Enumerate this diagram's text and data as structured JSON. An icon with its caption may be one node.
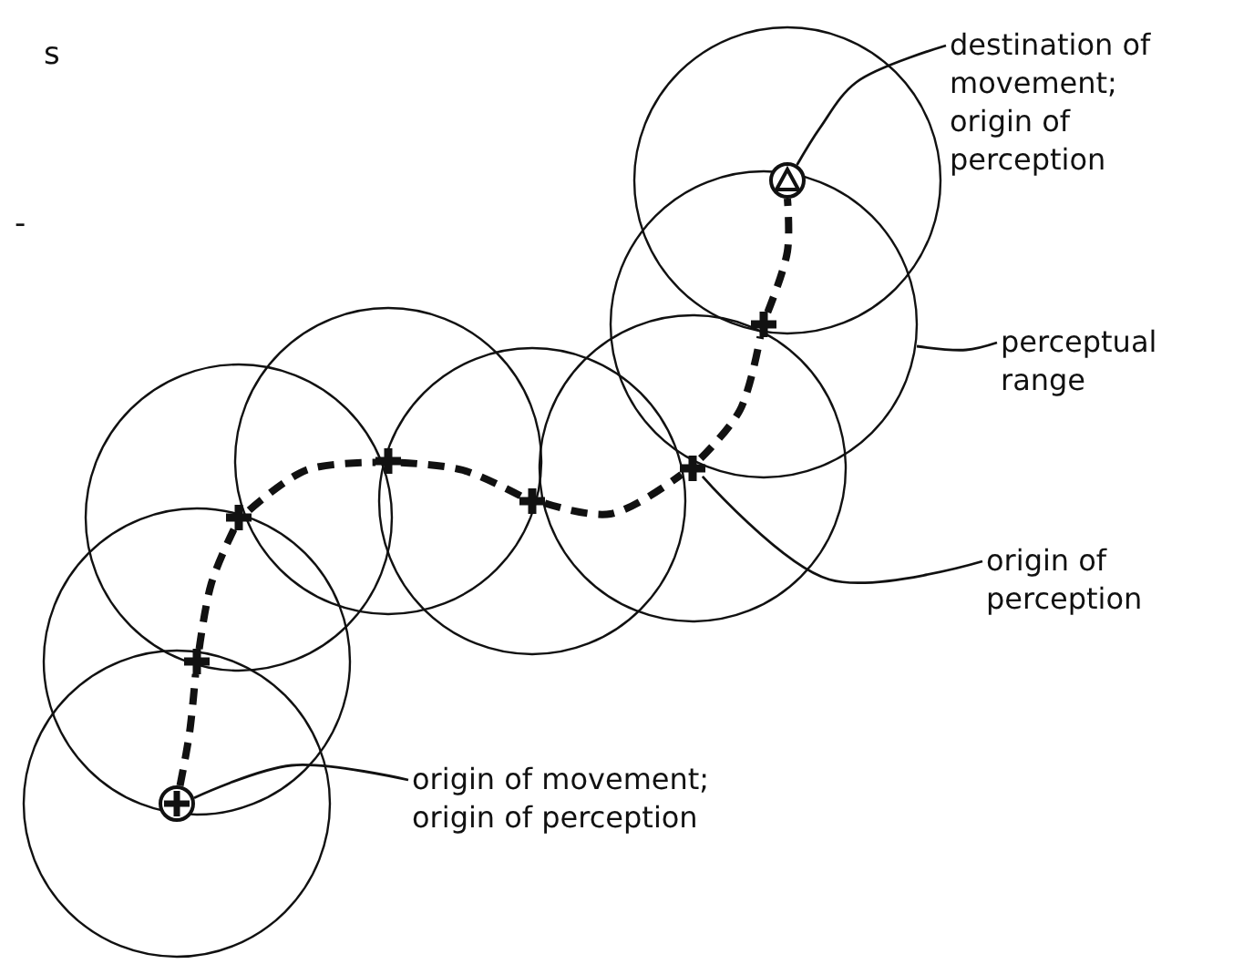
{
  "diagram": {
    "nodes": [
      {
        "text": [
          "destination of movement; origin of perception"
        ]
      },
      {
        "text": [
          "perceptual range"
        ]
      },
      {
        "text": [
          "origin of perception"
        ]
      },
      {
        "text": [
          "origin of movement; origin of perception"
        ]
      },
      {
        "text": [],
        "shape": "circle"
      },
      {
        "text": [],
        "shape": "cross"
      },
      {
        "text": [],
        "shape": "cross"
      },
      {
        "text": [],
        "shape": "cross"
      },
      {
        "text": [],
        "shape": "cross"
      },
      {
        "text": [],
        "shape": "cross"
      },
      {
        "text": [],
        "shape": "cross"
      },
      {
        "text": [],
        "shape": "triangle"
      }
    ],
    "edges": [
      {
        "from": 4,
        "to": 5,
        "arrow": "none",
        "style": "dashed"
      },
      {
        "from": 5,
        "to": 6,
        "arrow": "none",
        "style": "dashed"
      },
      {
        "from": 6,
        "to": 7,
        "arrow": "none",
        "style": "dashed"
      },
      {
        "from": 7,
        "to": 8,
        "arrow": "none",
        "style": "dashed"
      },
      {
        "from": 8,
        "to": 9,
        "arrow": "none",
        "style": "dashed"
      },
      {
        "from": 9,
        "to": 10,
        "arrow": "none",
        "style": "dashed"
      },
      {
        "from": 10,
        "to": 11,
        "arrow": "none",
        "style": "dashed"
      },
      {
        "from": 0,
        "to": 11,
        "arrow": "none"
      },
      {
        "from": 1,
        "to": null,
        "arrow": "none"
      },
      {
        "from": 2,
        "to": 9,
        "arrow": "none"
      },
      {
        "from": 3,
        "to": 4,
        "arrow": "none"
      }
    ],
    "labels": [
      "s",
      "-"
    ]
  }
}
